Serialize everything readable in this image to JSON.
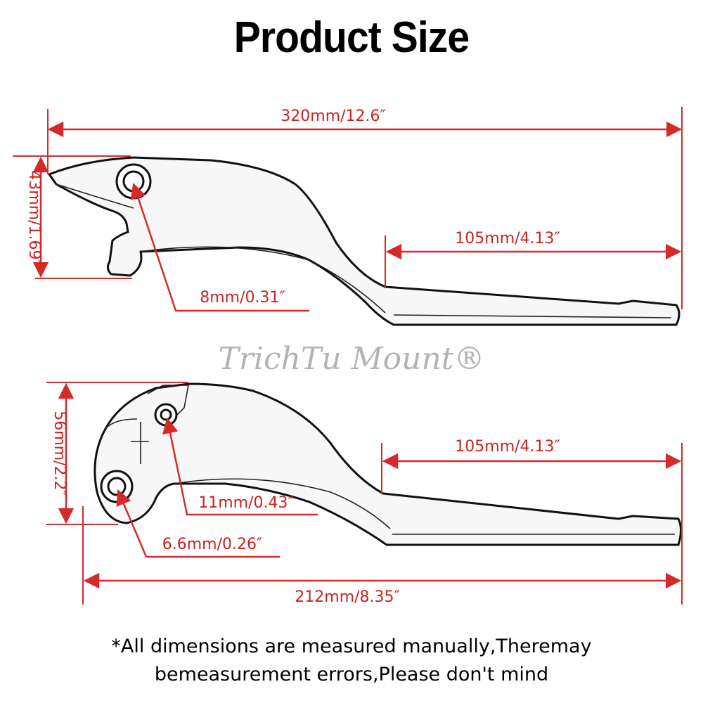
{
  "title": "Product Size",
  "watermark": "TrichTu Mount®",
  "colors": {
    "dimension": "#cc2222",
    "outline": "#111111",
    "watermark": "#9a9a9a"
  },
  "lever_top": {
    "overall_length": "320mm/12.6″",
    "height": "43mm/1.69″",
    "blade_length": "105mm/4.13″",
    "pivot_hole": "8mm/0.31″"
  },
  "lever_bottom": {
    "overall_length": "212mm/8.35″",
    "height": "56mm/2.2″",
    "blade_length": "105mm/4.13″",
    "upper_hole": "11mm/0.43″",
    "lower_hole": "6.6mm/0.26″"
  },
  "footnote": {
    "line1": "*All dimensions are measured manually,Theremay",
    "line2": "bemeasurement errors,Please don't mind"
  }
}
